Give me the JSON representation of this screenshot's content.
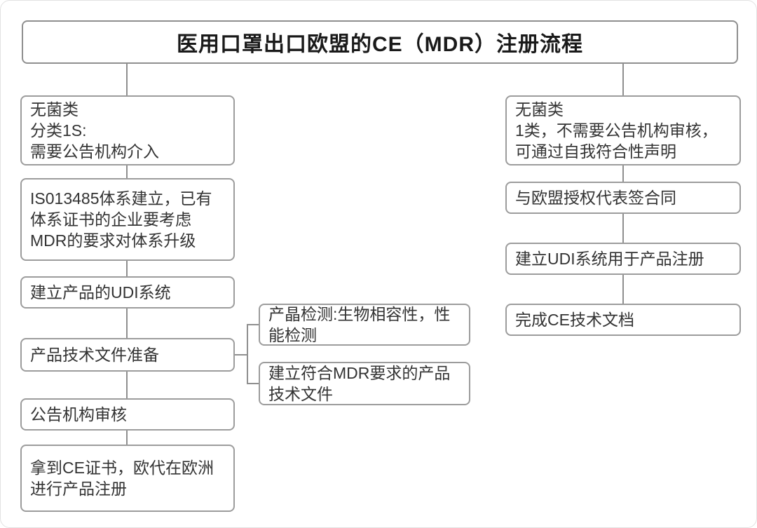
{
  "title": "医用口罩出口欧盟的CE（MDR）注册流程",
  "left_column": [
    {
      "text": "无菌类\n分类1S:\n需要公告机构介入"
    },
    {
      "text": "IS013485体系建立，已有\n体系证书的企业要考虑\nMDR的要求对体系升级"
    },
    {
      "text": "建立产品的UDI系统"
    },
    {
      "text": "产品技术文件准备"
    },
    {
      "text": "公告机构审核"
    },
    {
      "text": "拿到CE证书，欧代在欧洲\n进行产品注册"
    }
  ],
  "middle_column": [
    {
      "text": "产晶检测:生物相容性，性\n能检测"
    },
    {
      "text": "建立符合MDR要求的产品\n技术文件"
    }
  ],
  "right_column": [
    {
      "text": "无菌类\n1类，不需要公告机构审核，\n可通过自我符合性声明"
    },
    {
      "text": "与欧盟授权代表签合同"
    },
    {
      "text": "建立UDI系统用于产品注册"
    },
    {
      "text": "完成CE技术文档"
    }
  ],
  "colors": {
    "border": "#9c9c9c",
    "connector": "#8f8f8f",
    "text": "#333333",
    "background": "#ffffff"
  }
}
